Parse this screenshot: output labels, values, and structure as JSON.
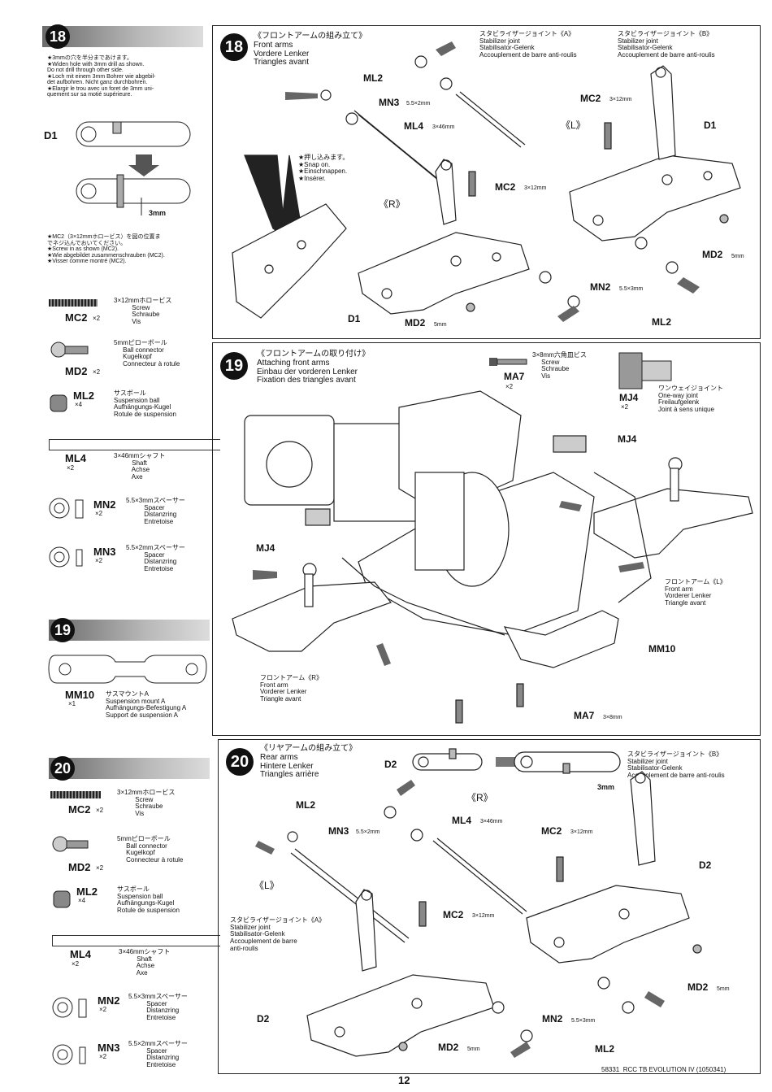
{
  "sidebar18": {
    "step": "18",
    "note1": "★3mmの穴を半分まであけます。\n★Widen hole with 3mm drill as shown.\nDo not drill through other side.\n★Loch mit einem 3mm Bohrer wie abgebil-\ndet aufbohren. Nicht ganz durchbohren.\n★Elargir le trou avec un foret de 3mm uni-\nquement sur sa motié supérieure.",
    "d1": "D1",
    "dim": "3mm",
    "note2": "★MC2（3×12mmホロービス）を図の位置ま\nでネジ込んでおいてください。\n★Screw in as shown (MC2).\n★Wie abgebildet zusammenschrauben (MC2).\n★Visser comme montré (MC2).",
    "parts": [
      {
        "code": "MC2",
        "qty": "×2",
        "desc": "3×12mmホロービス\n          Screw\n          Schraube\n          Vis"
      },
      {
        "code": "MD2",
        "qty": "×2",
        "desc": "5mmピローボール\n     Ball connector\n     Kugelkopf\n     Connecteur à rotule"
      },
      {
        "code": "ML2",
        "qty": "×4",
        "desc": "サスボール\nSuspension ball\nAufhängungs-Kugel\nRotule de suspension"
      },
      {
        "code": "ML4",
        "qty": "×2",
        "desc": "3×46mmシャフト\n          Shaft\n          Achse\n          Axe"
      },
      {
        "code": "MN2",
        "qty": "×2",
        "desc": "5.5×3mmスペーサー\n          Spacer\n          Distanzring\n          Entretoise"
      },
      {
        "code": "MN3",
        "qty": "×2",
        "desc": "5.5×2mmスペーサー\n          Spacer\n          Distanzring\n          Entretoise"
      }
    ]
  },
  "sidebar19": {
    "step": "19",
    "code": "MM10",
    "qty": "×1",
    "desc": "サスマウントA\nSuspension mount A\nAufhängungs-Befestigung A\nSupport de suspension A"
  },
  "sidebar20": {
    "step": "20",
    "parts": [
      {
        "code": "MC2",
        "qty": "×2",
        "desc": "3×12mmホロービス\n          Screw\n          Schraube\n          Vis"
      },
      {
        "code": "MD2",
        "qty": "×2",
        "desc": "5mmピローボール\n     Ball connector\n     Kugelkopf\n     Connecteur à rotule"
      },
      {
        "code": "ML2",
        "qty": "×4",
        "desc": "サスボール\nSuspension ball\nAufhängungs-Kugel\nRotule de suspension"
      },
      {
        "code": "ML4",
        "qty": "×2",
        "desc": "3×46mmシャフト\n          Shaft\n          Achse\n          Axe"
      },
      {
        "code": "MN2",
        "qty": "×2",
        "desc": "5.5×3mmスペーサー\n          Spacer\n          Distanzring\n          Entretoise"
      },
      {
        "code": "MN3",
        "qty": "×2",
        "desc": "5.5×2mmスペーサー\n          Spacer\n          Distanzring\n          Entretoise"
      }
    ]
  },
  "step18": {
    "num": "18",
    "title": "《フロントアームの組み立て》\nFront arms\nVordere Lenker\nTriangles avant",
    "stabA": "スタビライザージョイント《A》\nStabilizer joint\nStabilisator-Gelenk\nAccouplement de barre anti-roulis",
    "stabB": "スタビライザージョイント《B》\nStabilizer joint\nStabilisator-Gelenk\nAccouplement de barre anti-roulis",
    "snap": "★押し込みます。\n★Snap on.\n★Einschnappen.\n★Insérer.",
    "labels": {
      "ml2a": "ML2",
      "mn3": "MN3",
      "mn3s": "5.5×2mm",
      "ml4": "ML4",
      "ml4s": "3×46mm",
      "mc2a": "MC2",
      "mc2as": "3×12mm",
      "mc2b": "MC2",
      "mc2bs": "3×12mm",
      "L": "《L》",
      "R": "《R》",
      "d1a": "D1",
      "d1b": "D1",
      "md2a": "MD2",
      "md2as": "5mm",
      "md2b": "MD2",
      "md2bs": "5mm",
      "mn2": "MN2",
      "mn2s": "5.5×3mm",
      "ml2b": "ML2"
    }
  },
  "step19": {
    "num": "19",
    "title": "《フロントアームの取り付け》\nAttaching front arms\nEinbau der vorderen Lenker\nFixation des triangles avant",
    "ma7": {
      "code": "MA7",
      "qty": "×2",
      "desc": "3×8mm六角皿ビス\n     Screw\n     Schraube\n     Vis"
    },
    "mj4": {
      "code": "MJ4",
      "qty": "×2",
      "desc": "ワンウェイジョイント\nOne-way joint\nFreilaufgelenk\nJoint à sens unique"
    },
    "labels": {
      "mj4a": "MJ4",
      "mj4b": "MJ4",
      "armL": "フロントアーム《L》\nFront arm\nVorderer Lenker\nTriangle avant",
      "armR": "フロントアーム《R》\nFront arm\nVorderer Lenker\nTriangle avant",
      "mm10": "MM10",
      "ma7": "MA7",
      "ma7s": "3×8mm"
    }
  },
  "step20": {
    "num": "20",
    "title": "《リヤアームの組み立て》\nRear arms\nHintere Lenker\nTriangles arrière",
    "stabA": "スタビライザージョイント《A》\nStabilizer joint\nStabilisator-Gelenk\nAccouplement de barre\nanti-roulis",
    "stabB": "スタビライザージョイント《B》\nStabilizer joint\nStabilisator-Gelenk\nAccouplement de barre anti-roulis",
    "labels": {
      "d2a": "D2",
      "dim": "3mm",
      "R": "《R》",
      "L": "《L》",
      "ml2a": "ML2",
      "mn3": "MN3",
      "mn3s": "5.5×2mm",
      "ml4": "ML4",
      "ml4s": "3×46mm",
      "mc2a": "MC2",
      "mc2as": "3×12mm",
      "mc2b": "MC2",
      "mc2bs": "3×12mm",
      "d2b": "D2",
      "d2c": "D2",
      "md2a": "MD2",
      "md2as": "5mm",
      "md2b": "MD2",
      "md2bs": "5mm",
      "mn2": "MN2",
      "mn2s": "5.5×3mm",
      "ml2b": "ML2"
    }
  },
  "footer": {
    "page": "12",
    "ref": "58331  RCC TB EVOLUTION IV (1050341)"
  }
}
